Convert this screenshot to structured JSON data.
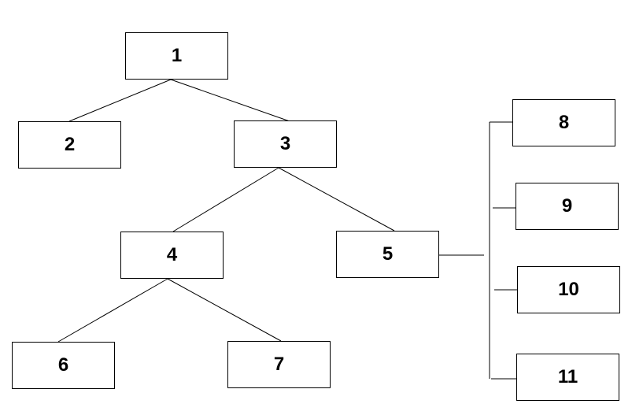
{
  "nodes": {
    "n1": "1",
    "n2": "2",
    "n3": "3",
    "n4": "4",
    "n5": "5",
    "n6": "6",
    "n7": "7",
    "n8": "8",
    "n9": "9",
    "n10": "10",
    "n11": "11"
  },
  "edges": [
    [
      "1",
      "2"
    ],
    [
      "1",
      "3"
    ],
    [
      "3",
      "4"
    ],
    [
      "3",
      "5"
    ],
    [
      "4",
      "6"
    ],
    [
      "4",
      "7"
    ],
    [
      "5",
      "8"
    ],
    [
      "5",
      "9"
    ],
    [
      "5",
      "10"
    ],
    [
      "5",
      "11"
    ]
  ],
  "colors": {
    "line": "#000000",
    "box_border": "#000000",
    "background": "#ffffff"
  }
}
